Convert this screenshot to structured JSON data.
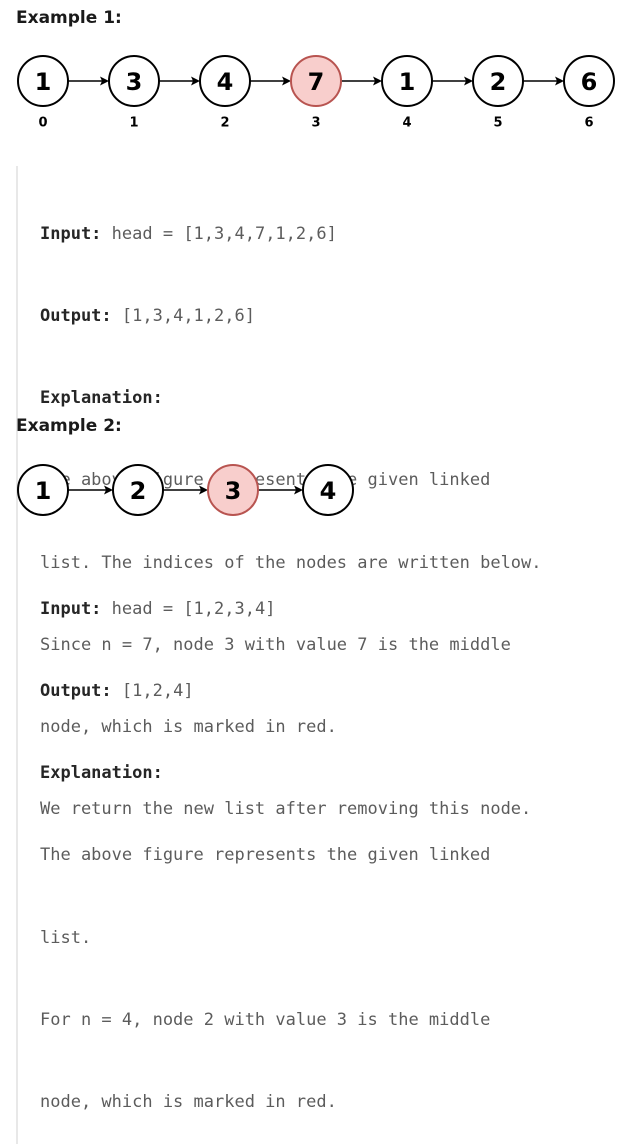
{
  "example1": {
    "title": "Example 1:",
    "nodes": [
      {
        "value": "1",
        "index": "0",
        "highlight": false
      },
      {
        "value": "3",
        "index": "1",
        "highlight": false
      },
      {
        "value": "4",
        "index": "2",
        "highlight": false
      },
      {
        "value": "7",
        "index": "3",
        "highlight": true
      },
      {
        "value": "1",
        "index": "4",
        "highlight": false
      },
      {
        "value": "2",
        "index": "5",
        "highlight": false
      },
      {
        "value": "6",
        "index": "6",
        "highlight": false
      }
    ],
    "input_label": "Input:",
    "input_value": "head = [1,3,4,7,1,2,6]",
    "output_label": "Output:",
    "output_value": "[1,3,4,1,2,6]",
    "explanation_label": "Explanation:",
    "explanation_lines": [
      "The above figure represents the given linked",
      "list. The indices of the nodes are written below.",
      "Since n = 7, node 3 with value 7 is the middle",
      "node, which is marked in red.",
      "We return the new list after removing this node."
    ]
  },
  "example2": {
    "title": "Example 2:",
    "nodes": [
      {
        "value": "1",
        "highlight": false
      },
      {
        "value": "2",
        "highlight": false
      },
      {
        "value": "3",
        "highlight": true
      },
      {
        "value": "4",
        "highlight": false
      }
    ],
    "input_label": "Input:",
    "input_value": "head = [1,2,3,4]",
    "output_label": "Output:",
    "output_value": "[1,2,4]",
    "explanation_label": "Explanation:",
    "explanation_lines": [
      "The above figure represents the given linked",
      "list.",
      "For n = 4, node 2 with value 3 is the middle",
      "node, which is marked in red."
    ]
  },
  "colors": {
    "highlight_fill": "#f8cecc",
    "highlight_stroke": "#b85450",
    "node_stroke": "#000000"
  }
}
